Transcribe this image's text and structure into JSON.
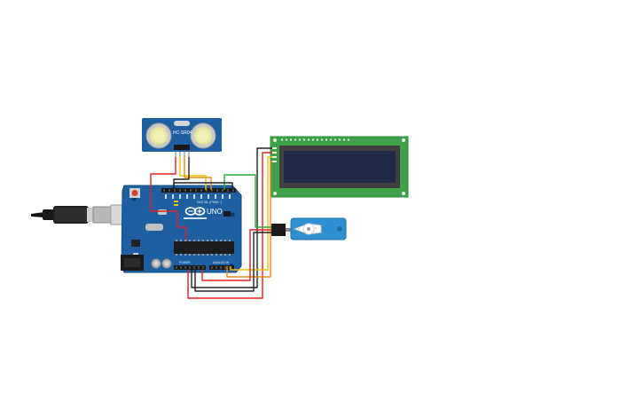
{
  "sensor": {
    "label": "HC-SR04"
  },
  "arduino": {
    "brand": "UNO",
    "digital_label": "DIGITAL (PWM ~)",
    "analog_label": "ANALOG IN",
    "power_label": "POWER"
  },
  "colors": {
    "board": "#1d5fa0",
    "board_dark": "#17507f",
    "lcd_pcb": "#3da24a",
    "lcd_screen": "#1f2b44",
    "servo_body": "#2f8fd0",
    "wire_red": "#e02020",
    "wire_black": "#222222",
    "wire_yellow": "#f2c200",
    "wire_green": "#2aa830",
    "wire_orange": "#e88a1a"
  },
  "icons": [
    "usb-cable-icon",
    "reset-button-icon",
    "arduino-logo-icon",
    "servo-horn-icon"
  ]
}
